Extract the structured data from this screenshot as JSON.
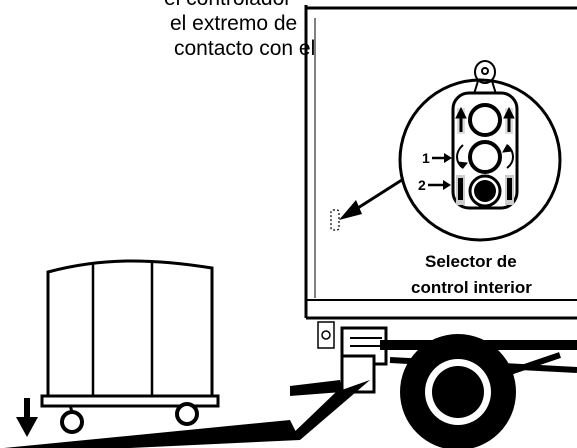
{
  "instruction_text": {
    "line1": "el controlador",
    "line2": "el extremo de",
    "line3": "contacto con el"
  },
  "callout": {
    "label_line1": "Selector de",
    "label_line2": "control interior",
    "marker_1": "1",
    "marker_2": "2"
  },
  "colors": {
    "ink": "#000000",
    "background": "#ffffff"
  }
}
